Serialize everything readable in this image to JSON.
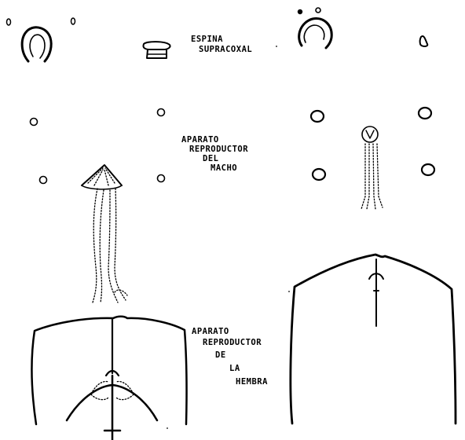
{
  "labels": {
    "supracoxal": [
      "ESPINA",
      "SUPRACOXAL"
    ],
    "male": [
      "APARATO",
      "REPRODUCTOR",
      "DEL",
      "MACHO"
    ],
    "female": [
      "APARATO",
      "REPRODUCTOR",
      "DE",
      "LA",
      "HEMBRA"
    ]
  }
}
